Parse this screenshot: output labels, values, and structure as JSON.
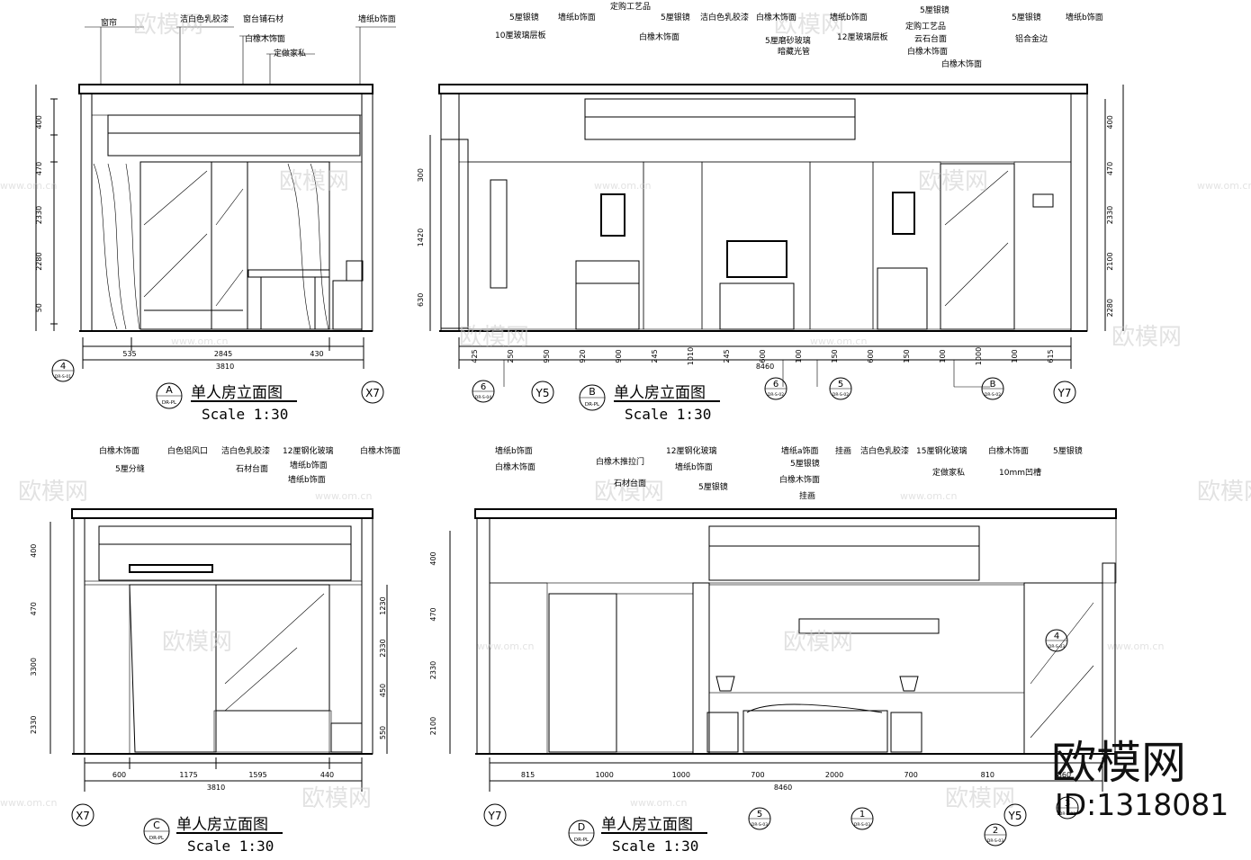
{
  "title_text": "单人房立面图",
  "scale_text": "Scale 1:30",
  "watermark": {
    "text": "欧模网",
    "url": "www.om.cn",
    "brand": "欧模网",
    "id": "ID:1318081"
  },
  "panels": [
    {
      "id": "A",
      "ref": "DR-PL",
      "axis_left": "4",
      "axis_left_ref": "DR-S-01",
      "axis_right": "X7",
      "labels": [
        "窗帘",
        "洁白色乳胶漆",
        "窗台铺石材",
        "白橡木饰面",
        "定做家私",
        "墙纸b饰面"
      ],
      "dims_bottom": [
        "535",
        "2845",
        "430"
      ],
      "dim_total": "3810",
      "dims_left": [
        "400",
        "470",
        "2330",
        "2280",
        "50"
      ]
    },
    {
      "id": "B",
      "ref": "DR-PL",
      "axis_left": "6",
      "axis_left_ref": "DR-S-04",
      "axis_mid1": "Y5",
      "axis_mid2": "6",
      "axis_mid2_ref": "DR-S-02",
      "axis_mid3": "5",
      "axis_mid3_ref": "DR-S-02",
      "axis_b": "B",
      "axis_b_ref": "DR-S-02",
      "axis_right": "Y7",
      "labels": [
        "5厘银镜",
        "10厘玻璃层板",
        "墙纸b饰面",
        "定购工艺品",
        "5厘银镜",
        "白橡木饰面",
        "洁白色乳胶漆",
        "白橡木饰面",
        "5厘磨砂玻璃",
        "暗藏光管",
        "墙纸b饰面",
        "12厘玻璃层板",
        "5厘银镜",
        "定购工艺品",
        "云石台面",
        "白橡木饰面",
        "白橡木饰面",
        "5厘银镜",
        "墙纸b饰面",
        "铝合金边"
      ],
      "dims_bottom": [
        "425",
        "250",
        "950",
        "920",
        "900",
        "245",
        "1010",
        "245",
        "600",
        "100",
        "150",
        "600",
        "150",
        "100",
        "1000",
        "100",
        "615"
      ],
      "dim_total": "8460",
      "dims_left": [
        "300",
        "1420",
        "630"
      ],
      "dims_right": [
        "400",
        "470",
        "2330",
        "2100",
        "2280"
      ]
    },
    {
      "id": "C",
      "ref": "DR-PL",
      "axis_left": "X7",
      "labels": [
        "白橡木饰面",
        "5厘分缝",
        "白色铝风口",
        "洁白色乳胶漆",
        "12厘钢化玻璃",
        "墙纸b饰面",
        "石材台面",
        "墙纸b饰面",
        "白橡木饰面"
      ],
      "dims_bottom": [
        "600",
        "1175",
        "1595",
        "440"
      ],
      "dim_total": "3810",
      "dims_left": [
        "400",
        "470",
        "3300",
        "2330"
      ],
      "dims_right": [
        "1230",
        "2330",
        "450",
        "550"
      ]
    },
    {
      "id": "D",
      "ref": "DR-PL",
      "axis_left": "Y7",
      "axis_right": "Y5",
      "callouts": [
        {
          "n": "5",
          "ref": "DR-S-03"
        },
        {
          "n": "1",
          "ref": "DR-S-03"
        },
        {
          "n": "2",
          "ref": "DR-S-03"
        },
        {
          "n": "3",
          "ref": "DR-S-03"
        },
        {
          "n": "4",
          "ref": "DR-S-03"
        }
      ],
      "labels": [
        "墙纸b饰面",
        "白橡木饰面",
        "白橡木推拉门",
        "石材台面",
        "12厘钢化玻璃",
        "墙纸b饰面",
        "5厘银镜",
        "墙纸a饰面",
        "5厘银镜",
        "白橡木饰面",
        "挂画",
        "挂画",
        "洁白色乳胶漆",
        "15厘钢化玻璃",
        "定做家私",
        "白橡木饰面",
        "10mm凹槽",
        "5厘银镜"
      ],
      "dims_bottom": [
        "815",
        "1000",
        "1000",
        "700",
        "2000",
        "700",
        "810",
        "860"
      ],
      "dim_total": "8460",
      "dims_left": [
        "400",
        "470",
        "2330",
        "2100"
      ]
    }
  ]
}
